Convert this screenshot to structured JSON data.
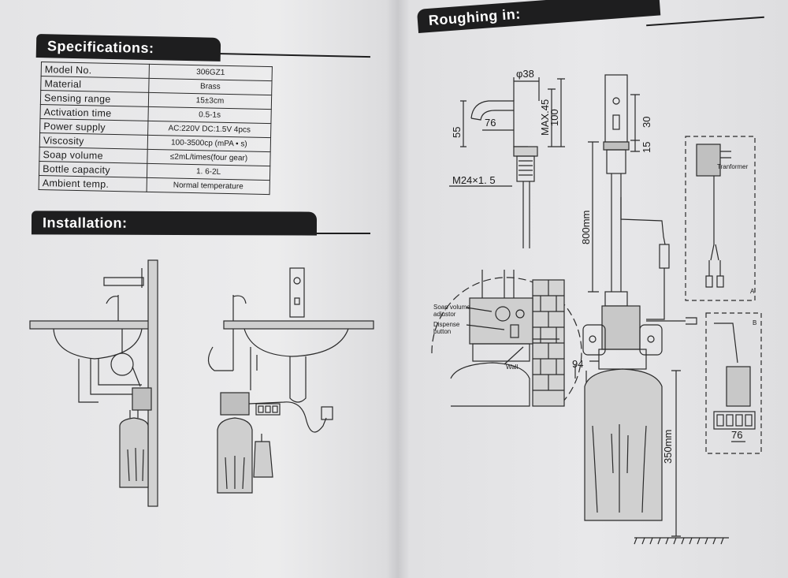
{
  "sections": {
    "specifications": "Specifications:",
    "installation": "Installation:",
    "roughing_in": "Roughing in:"
  },
  "spec_rows": [
    {
      "label": "Model No.",
      "value": "306GZ1"
    },
    {
      "label": "Material",
      "value": "Brass"
    },
    {
      "label": "Sensing range",
      "value": "15±3cm"
    },
    {
      "label": "Activation time",
      "value": "0.5-1s"
    },
    {
      "label": "Power supply",
      "value": "AC:220V DC:1.5V 4pcs"
    },
    {
      "label": "Viscosity",
      "value": "100-3500cp (mPA • s)"
    },
    {
      "label": "Soap volume",
      "value": "≤2mL/times(four gear)"
    },
    {
      "label": "Bottle capacity",
      "value": "1. 6-2L"
    },
    {
      "label": "Ambient temp.",
      "value": "Normal temperature"
    }
  ],
  "dimensions": {
    "phi38": "φ38",
    "d76_spout": "76",
    "d55": "55",
    "max45": "MAX.45",
    "d100": "100",
    "thread": "M24×1. 5",
    "d30": "30",
    "d15": "15",
    "d800": "800mm",
    "d94": "94",
    "d350": "350mm",
    "d76_box": "76"
  },
  "callouts": {
    "soap_volume_adjustor_1": "Soap volume",
    "soap_volume_adjustor_2": "adjustor",
    "dispense_button_1": "Dispense",
    "dispense_button_2": "button",
    "wall": "Wall",
    "transformer": "Tranformer",
    "box_a": "A",
    "box_b": "B"
  }
}
